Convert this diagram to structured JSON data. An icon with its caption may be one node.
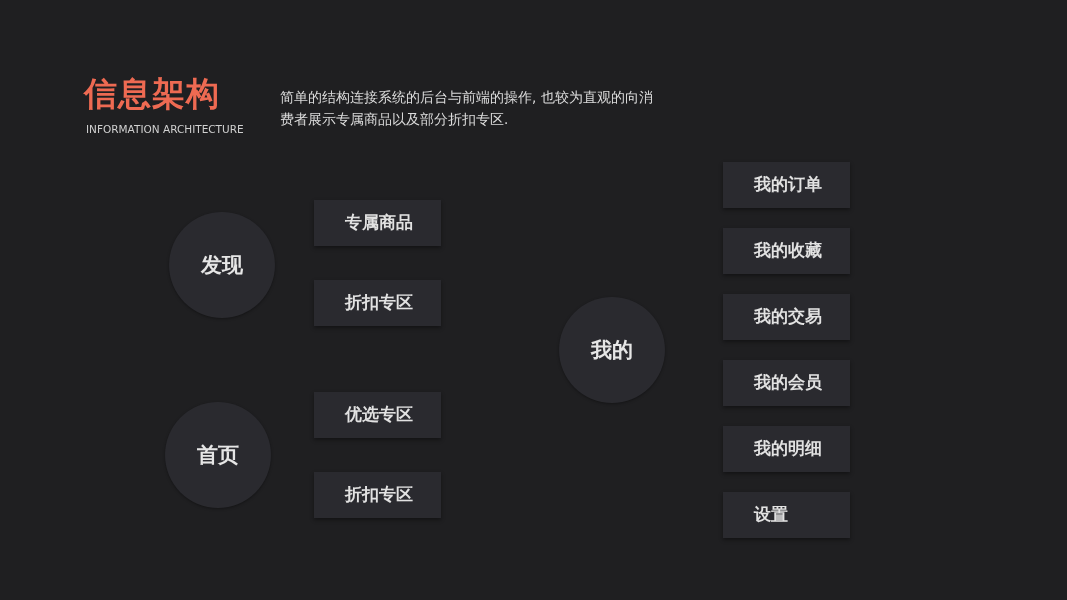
{
  "diagram": {
    "title": "信息架构",
    "nodes": [
      {
        "text": [
          "发现"
        ]
      },
      {
        "text": [
          "专属商品"
        ]
      },
      {
        "text": [
          "折扣专区"
        ]
      },
      {
        "text": [
          "首页"
        ]
      },
      {
        "text": [
          "优选专区"
        ]
      },
      {
        "text": [
          "折扣专区"
        ]
      },
      {
        "text": [
          "我的"
        ]
      },
      {
        "text": [
          "我的订单"
        ]
      },
      {
        "text": [
          "我的收藏"
        ]
      },
      {
        "text": [
          "我的交易"
        ]
      },
      {
        "text": [
          "我的会员"
        ]
      },
      {
        "text": [
          "我的明细"
        ]
      },
      {
        "text": [
          "设置"
        ]
      }
    ],
    "labels": [
      "INFORMATION ARCHITECTURE",
      "简单的结构连接系统的后台与前端的操作, 也较为直观的向消费者展示专属商品以及部分折扣专区."
    ]
  }
}
